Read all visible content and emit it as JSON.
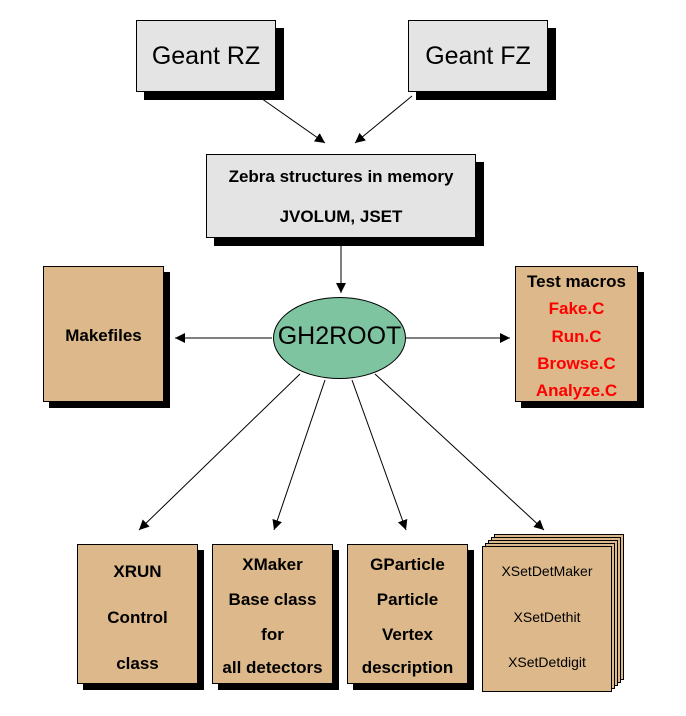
{
  "sources": {
    "rz": "Geant RZ",
    "fz": "Geant FZ"
  },
  "zebra": {
    "line1": "Zebra structures in memory",
    "line2": "JVOLUM, JSET"
  },
  "center": {
    "label": "GH2ROOT"
  },
  "makefiles": {
    "label": "Makefiles"
  },
  "test_macros": {
    "title": "Test macros",
    "items": [
      "Fake.C",
      "Run.C",
      "Browse.C",
      "Analyze.C"
    ],
    "item_color": "#ff0000"
  },
  "outputs": [
    {
      "lines": [
        "XRUN",
        "Control",
        "class"
      ]
    },
    {
      "lines": [
        "XMaker",
        "Base class",
        "for",
        "all detectors"
      ]
    },
    {
      "lines": [
        "GParticle",
        "Particle",
        "Vertex",
        "description"
      ]
    },
    {
      "lines": [
        "XSetDetMaker",
        "XSetDethit",
        "XSetDetdigit"
      ]
    }
  ],
  "colors": {
    "box_grey": "#e4e4e4",
    "box_tan": "#dcb88a",
    "ellipse_green": "#7fc4a0"
  }
}
